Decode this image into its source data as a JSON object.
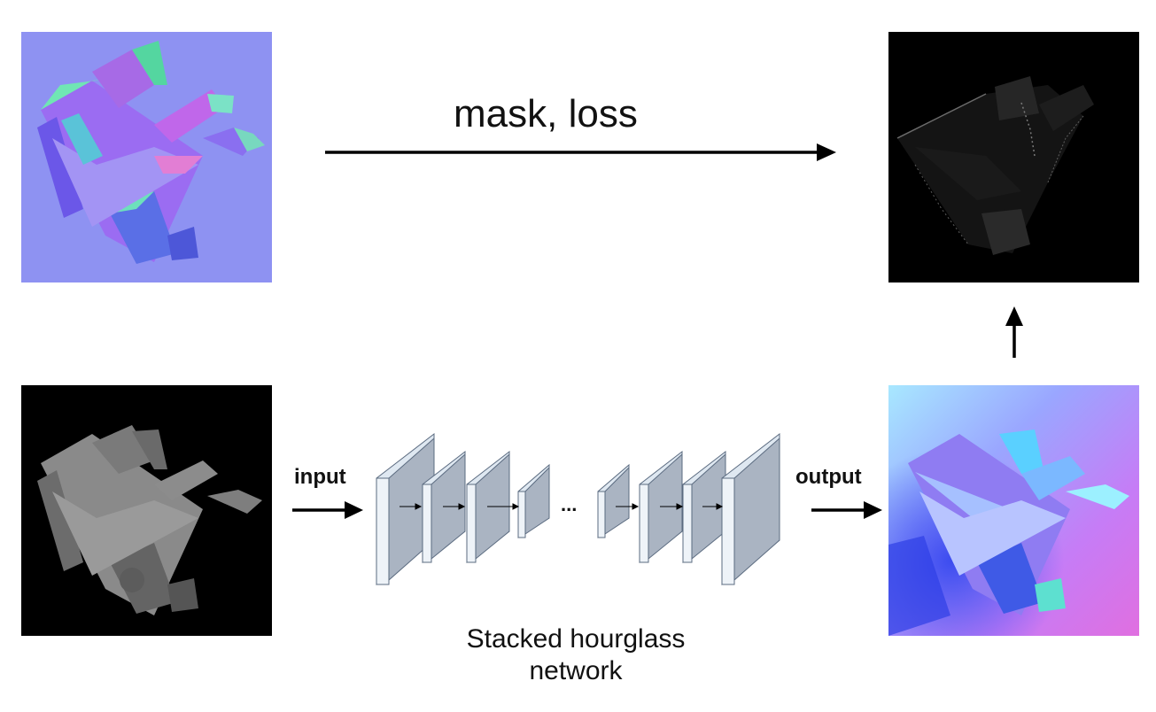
{
  "labels": {
    "mask_loss": "mask, loss",
    "input": "input",
    "output": "output",
    "network_line1": "Stacked hourglass",
    "network_line2": "network",
    "ellipsis": "..."
  },
  "colors": {
    "normal_background": "#8e92f2",
    "loss_background": "#000000",
    "input_background": "#000000",
    "layer_front": "#aab4c2",
    "layer_side": "#dfe8f1",
    "arrow": "#000000"
  },
  "icons": {
    "flow_arrows": "arrow-right-icon",
    "upward_arrow": "arrow-up-icon"
  }
}
